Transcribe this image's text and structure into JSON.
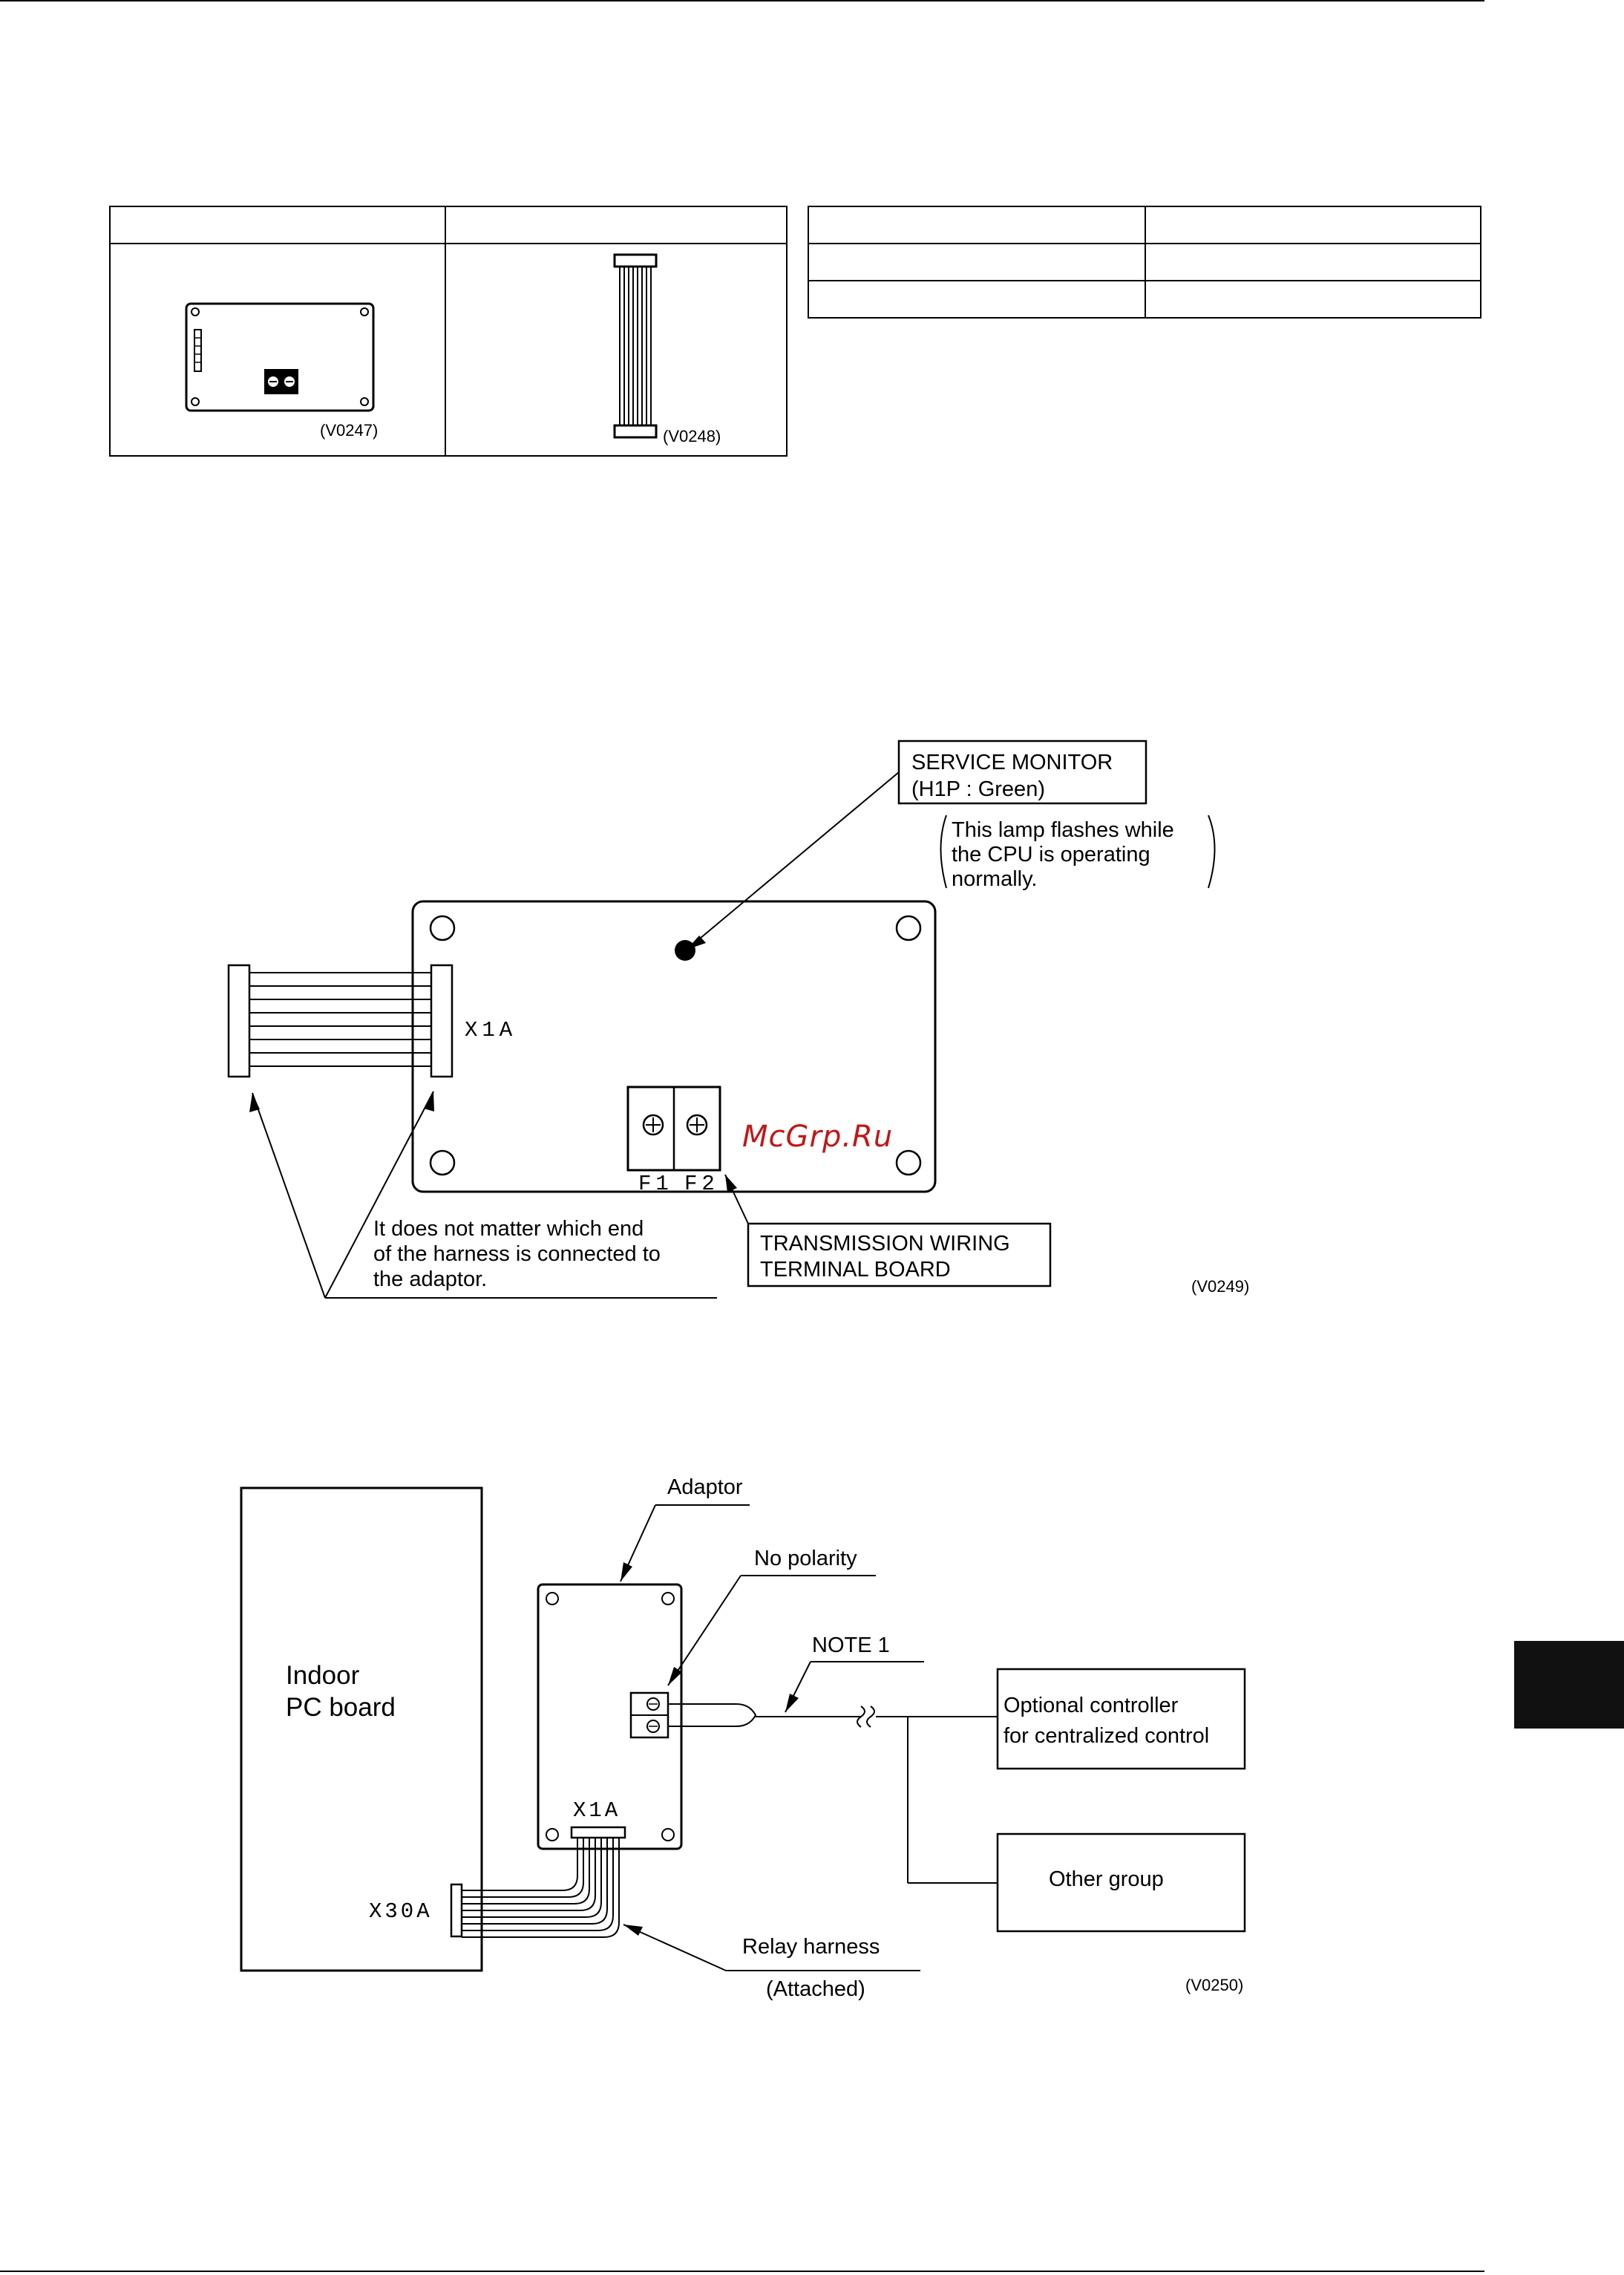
{
  "parts_table": {
    "adaptor_header": "",
    "harness_header": "",
    "adaptor_code": "(V0247)",
    "harness_code": "(V0248)"
  },
  "spec_table": {
    "rows": [
      [
        "",
        ""
      ],
      [
        "",
        ""
      ],
      [
        "",
        ""
      ]
    ]
  },
  "fig1": {
    "service_monitor_line1": "SERVICE MONITOR",
    "service_monitor_line2": "(H1P : Green)",
    "lamp_note_line1": "This lamp flashes while",
    "lamp_note_line2": "the CPU is operating",
    "lamp_note_line3": "normally.",
    "connector_label": "X1A",
    "terminal_f1": "F1",
    "terminal_f2": "F2",
    "harness_note_line1": "It does not matter which end",
    "harness_note_line2": "of the harness is connected to",
    "harness_note_line3": "the adaptor.",
    "terminal_board_line1": "TRANSMISSION WIRING",
    "terminal_board_line2": "TERMINAL BOARD",
    "code": "(V0249)"
  },
  "watermark": "McGrp.Ru",
  "fig2": {
    "indoor_line1": "Indoor",
    "indoor_line2": "PC board",
    "x30a": "X30A",
    "adaptor": "Adaptor",
    "no_polarity": "No polarity",
    "note1": "NOTE 1",
    "optional_line1": "Optional controller",
    "optional_line2": "for centralized control",
    "other_group": "Other group",
    "x1a": "X1A",
    "relay_harness": "Relay harness",
    "attached": "(Attached)",
    "code": "(V0250)"
  }
}
